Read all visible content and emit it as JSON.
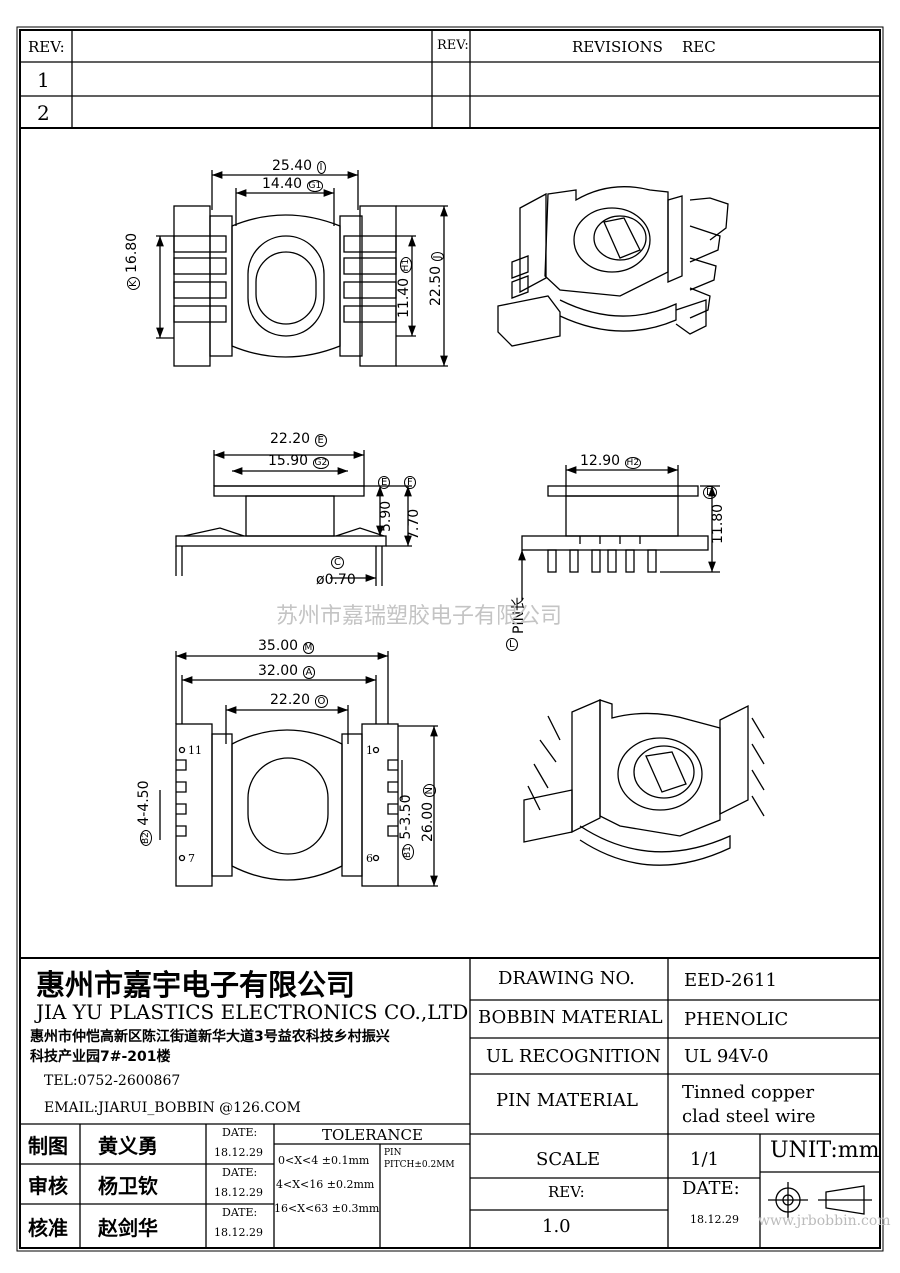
{
  "revision_table": {
    "rev_label": "REV:",
    "rev_label_2": "REV:",
    "revisions_header": "REVISIONS",
    "rec_header": "REC",
    "rows": [
      "1",
      "2"
    ]
  },
  "views": {
    "top": {
      "dims": [
        "25.40",
        "14.40",
        "16.80",
        "11.40",
        "22.50"
      ],
      "markers": [
        "I",
        "G1",
        "K",
        "H1",
        "J"
      ]
    },
    "side": {
      "dims": [
        "22.20",
        "15.90",
        "5.90",
        "7.70",
        "ø0.70"
      ],
      "markers": [
        "E",
        "G2",
        "E",
        "F",
        "C"
      ]
    },
    "end": {
      "dims": [
        "12.90",
        "11.80"
      ],
      "markers": [
        "H2",
        "D",
        "L"
      ],
      "pin_label": "PIN长"
    },
    "bottom": {
      "dims": [
        "35.00",
        "32.00",
        "22.20",
        "4-4.50",
        "5-3.50",
        "26.00"
      ],
      "markers": [
        "M",
        "A",
        "O",
        "B2",
        "B1",
        "N"
      ],
      "pin_numbers": [
        "11",
        "7",
        "1",
        "6"
      ]
    }
  },
  "watermark": "苏州市嘉瑞塑胶电子有限公司",
  "company": {
    "name_cn": "惠州市嘉宇电子有限公司",
    "name_en": "JIA YU PLASTICS ELECTRONICS CO.,LTD",
    "address_line1": "惠州市仲恺高新区陈江街道新华大道3号益农科技乡村振兴",
    "address_line2": "科技产业园7#-201楼",
    "tel": "TEL:0752-2600867",
    "email": "EMAIL:JIARUI_BOBBIN @126.COM"
  },
  "approvals": [
    {
      "role": "制图",
      "name": "黄义勇",
      "date_label": "DATE:",
      "date": "18.12.29"
    },
    {
      "role": "审核",
      "name": "杨卫钦",
      "date_label": "DATE:",
      "date": "18.12.29"
    },
    {
      "role": "核准",
      "name": "赵剑华",
      "date_label": "DATE:",
      "date": "18.12.29"
    }
  ],
  "tolerance": {
    "header": "TOLERANCE",
    "rows": [
      "0<X<4  ±0.1mm",
      "4<X<16 ±0.2mm",
      "16<X<63 ±0.3mm"
    ],
    "pin_line1": "PIN",
    "pin_line2": "PITCH±0.2MM"
  },
  "specs": {
    "drawing_no_label": "DRAWING   NO.",
    "drawing_no": "EED-2611",
    "bobbin_material_label": "BOBBIN  MATERIAL",
    "bobbin_material": "PHENOLIC",
    "ul_label": "UL RECOGNITION",
    "ul_value": "UL 94V-0",
    "pin_material_label": "PIN MATERIAL",
    "pin_material_line1": "Tinned copper",
    "pin_material_line2": "clad steel wire",
    "scale_label": "SCALE",
    "scale_value": "1/1",
    "unit": "UNIT:mm",
    "rev_label": "REV:",
    "rev_value": "1.0",
    "date_label": "DATE:",
    "date_value": "18.12.29"
  },
  "footer_watermark": "www.jrbobbin.com"
}
